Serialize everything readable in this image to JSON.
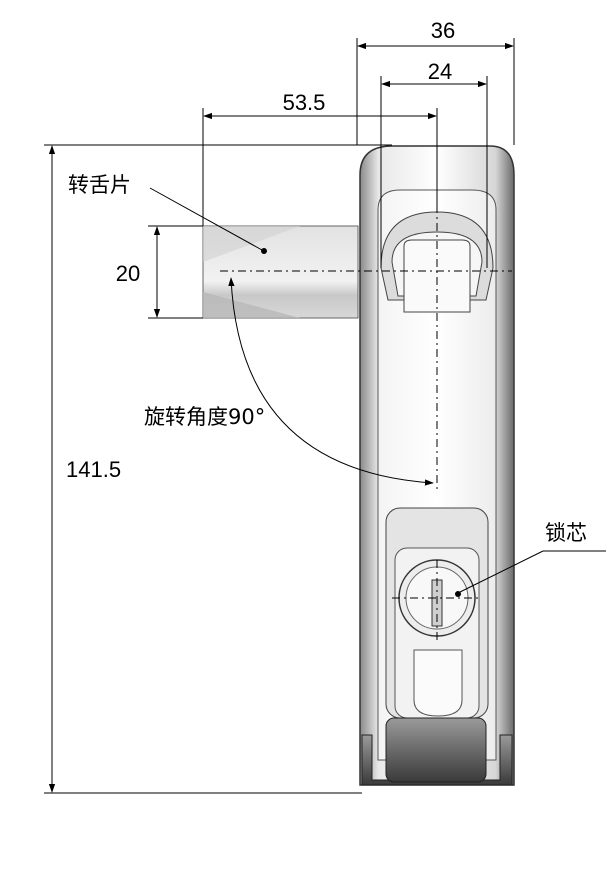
{
  "dimensions": {
    "width_36": "36",
    "width_24": "24",
    "offset_53_5": "53.5",
    "tongue_20": "20",
    "height_141_5": "141.5"
  },
  "labels": {
    "tongue": "转舌片",
    "rotation": "旋转角度90°",
    "lock_core": "锁芯"
  }
}
